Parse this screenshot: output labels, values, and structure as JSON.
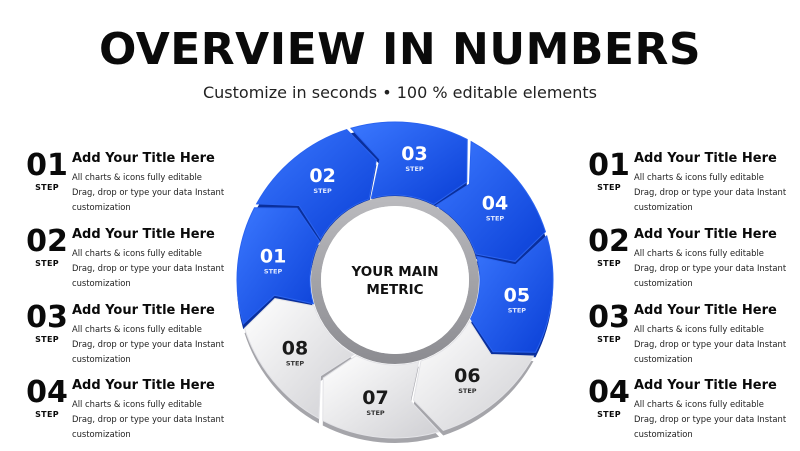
{
  "header": {
    "title": "OVERVIEW IN NUMBERS",
    "subtitle": "Customize in seconds • 100 % editable elements"
  },
  "left_steps": [
    {
      "number": "01",
      "step_word": "STEP",
      "title": "Add Your Title Here",
      "desc_lines": [
        "All charts & icons fully editable",
        "Drag, drop or type your data Instant",
        "customization"
      ]
    },
    {
      "number": "02",
      "step_word": "STEP",
      "title": "Add Your Title Here",
      "desc_lines": [
        "All charts & icons fully editable",
        "Drag, drop or type your data Instant",
        "customization"
      ]
    },
    {
      "number": "03",
      "step_word": "STEP",
      "title": "Add Your Title Here",
      "desc_lines": [
        "All charts & icons fully editable",
        "Drag, drop or type your data Instant",
        "customization"
      ]
    },
    {
      "number": "04",
      "step_word": "STEP",
      "title": "Add Your Title Here",
      "desc_lines": [
        "All charts & icons fully editable",
        "Drag, drop or type your data Instant",
        "customization"
      ]
    }
  ],
  "right_steps": [
    {
      "number": "01",
      "step_word": "STEP",
      "title": "Add Your Title Here",
      "desc_lines": [
        "All charts & icons fully editable",
        "Drag, drop or type your data Instant",
        "customization"
      ]
    },
    {
      "number": "02",
      "step_word": "STEP",
      "title": "Add Your Title Here",
      "desc_lines": [
        "All charts & icons fully editable",
        "Drag, drop or type your data Instant",
        "customization"
      ]
    },
    {
      "number": "03",
      "step_word": "STEP",
      "title": "Add Your Title Here",
      "desc_lines": [
        "All charts & icons fully editable",
        "Drag, drop or type your data Instant",
        "customization"
      ]
    },
    {
      "number": "04",
      "step_word": "STEP",
      "title": "Add Your Title Here",
      "desc_lines": [
        "All charts & icons fully editable",
        "Drag, drop or type your data Instant",
        "customization"
      ]
    }
  ],
  "wheel": {
    "center_lines": [
      "YOUR MAIN",
      "METRIC"
    ],
    "step_word": "STEP",
    "segments": [
      {
        "label": "01",
        "theme": "blue"
      },
      {
        "label": "02",
        "theme": "blue"
      },
      {
        "label": "03",
        "theme": "blue"
      },
      {
        "label": "04",
        "theme": "blue"
      },
      {
        "label": "05",
        "theme": "blue"
      },
      {
        "label": "06",
        "theme": "gray"
      },
      {
        "label": "07",
        "theme": "gray"
      },
      {
        "label": "08",
        "theme": "gray"
      }
    ]
  },
  "colors": {
    "blue_light": "#3b78ff",
    "blue_dark": "#0a3fd6",
    "gray_light": "#ffffff",
    "gray_dark": "#cfcfd3",
    "blue_text": "#ffffff",
    "gray_text": "#1a1a1a",
    "step_text_blue": "#dfe8ff",
    "step_text_gray": "#333333"
  }
}
